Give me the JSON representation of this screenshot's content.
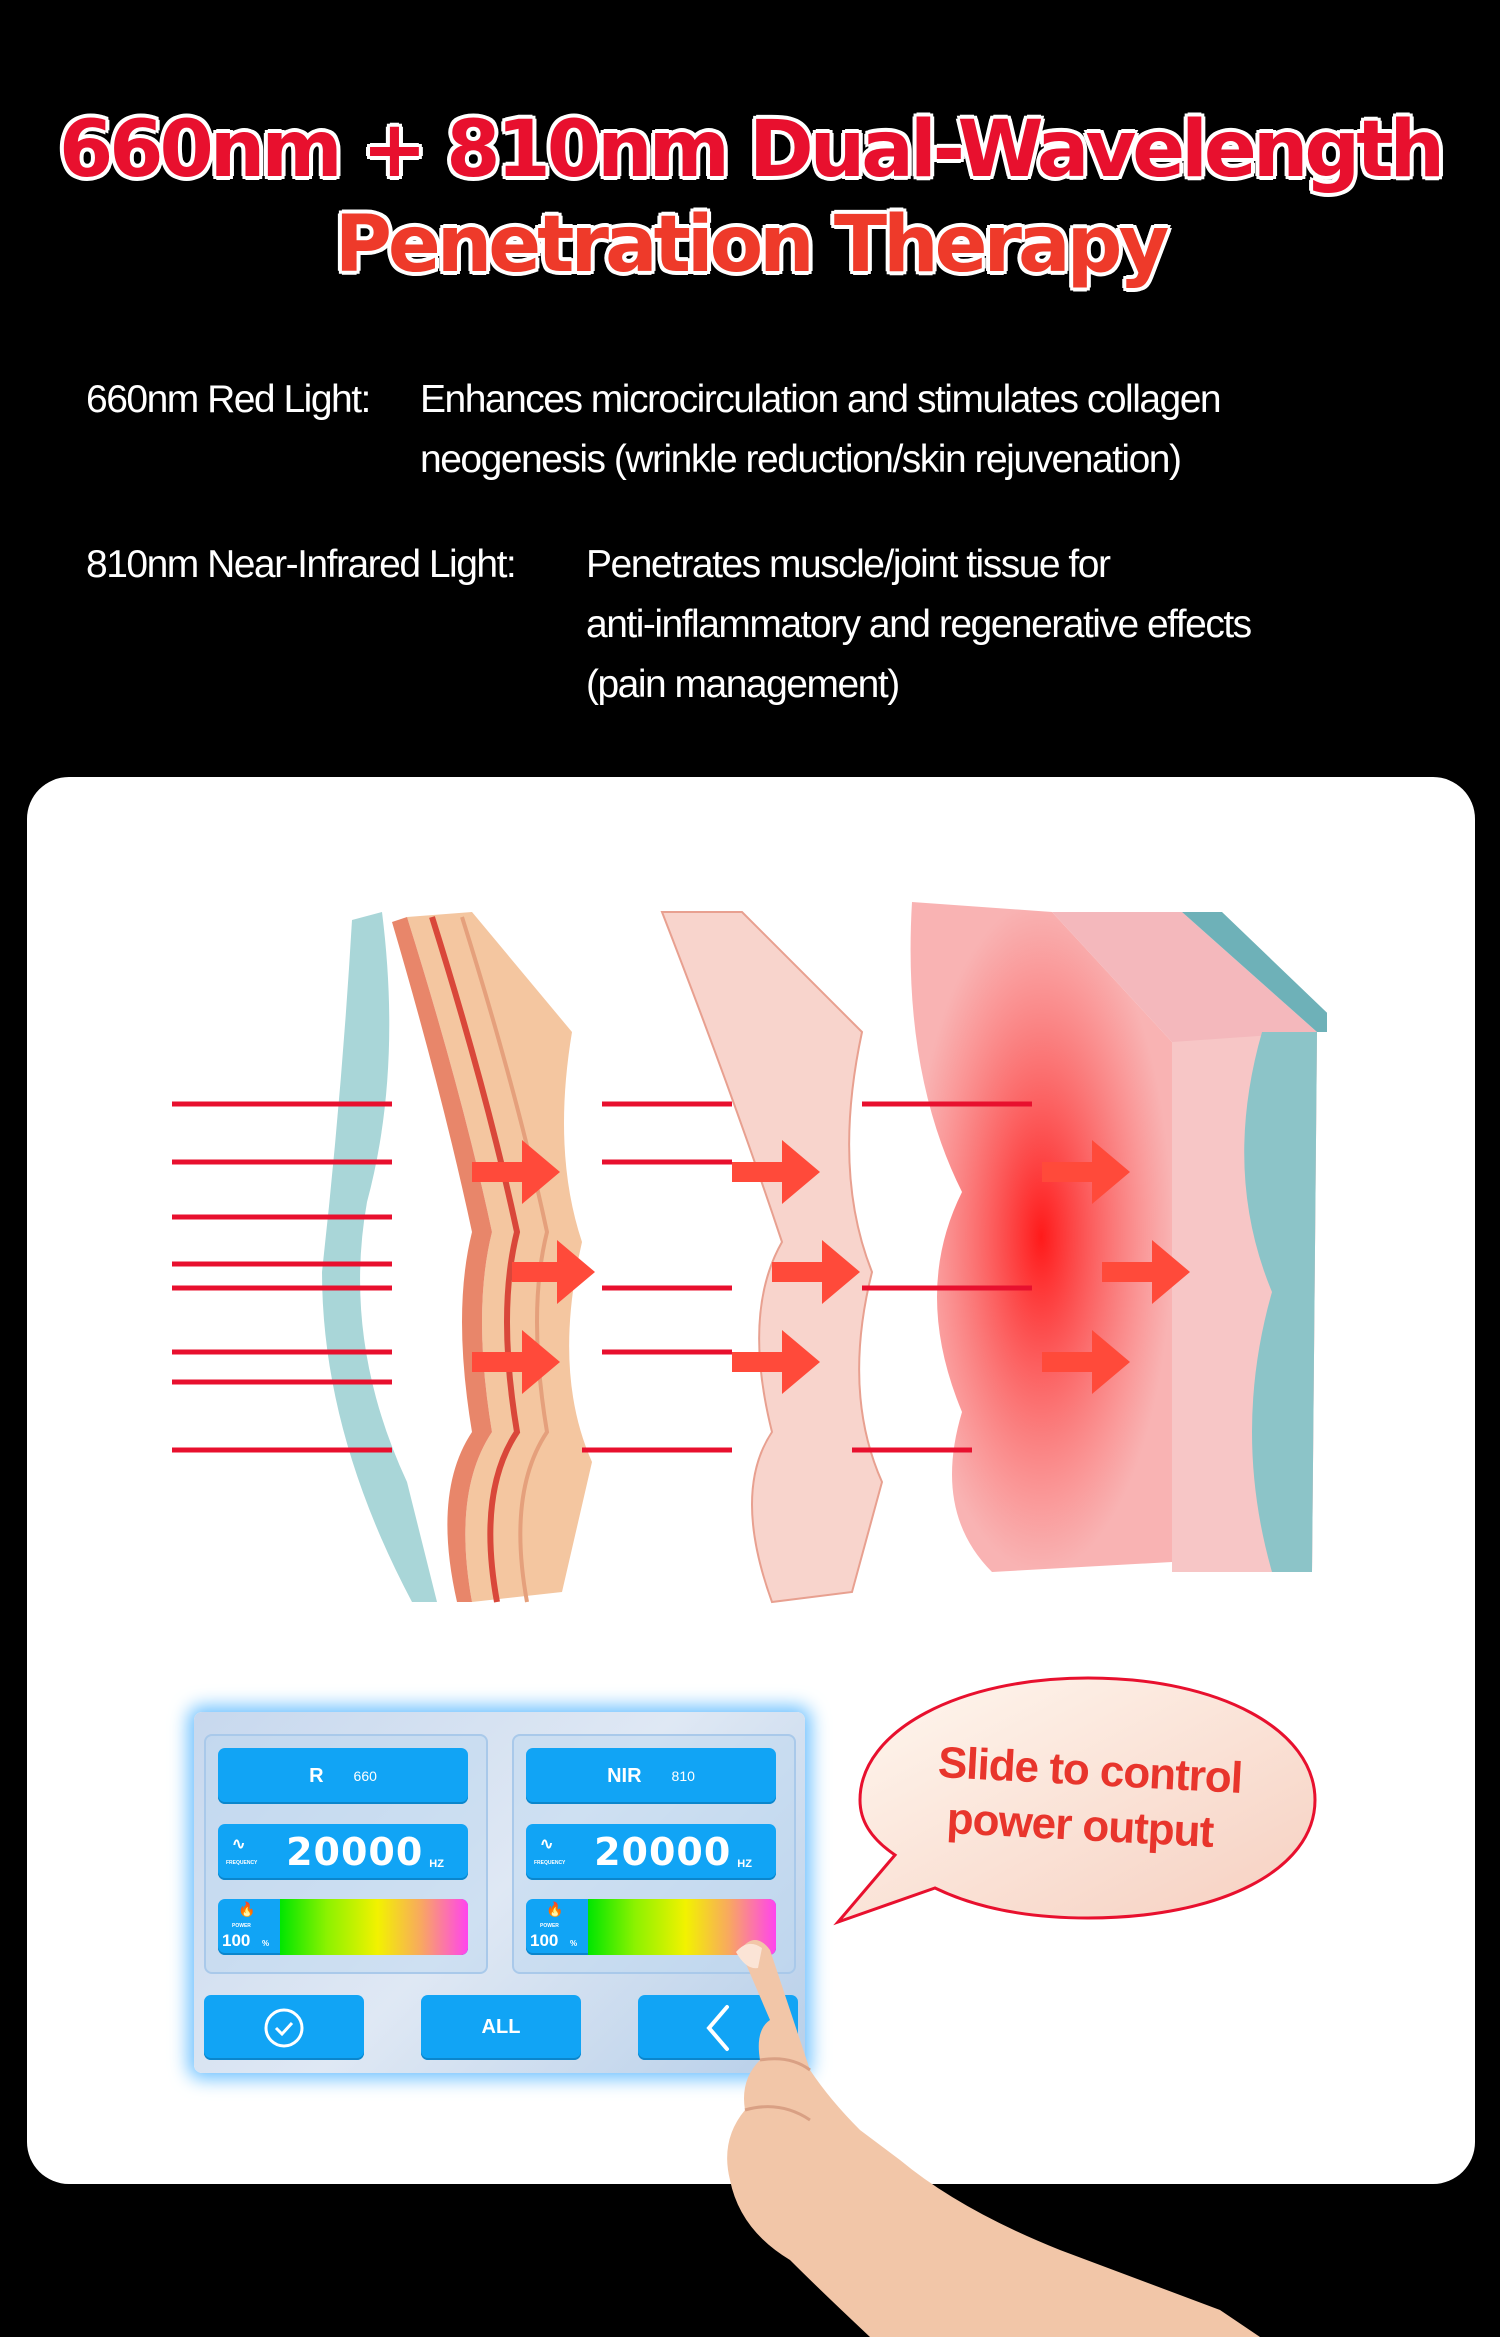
{
  "title": {
    "line1": "660nm + 810nm Dual-Wavelength",
    "line2": "Penetration Therapy"
  },
  "descriptions": [
    {
      "label": "660nm Red Light:",
      "lines": [
        "Enhances microcirculation and stimulates collagen",
        "neogenesis (wrinkle reduction/skin rejuvenation)"
      ]
    },
    {
      "label": "810nm Near-Infrared Light:",
      "lines": [
        "Penetrates muscle/joint tissue for",
        "anti-inflammatory and regenerative effects",
        "(pain management)"
      ]
    }
  ],
  "panel": {
    "channels": [
      {
        "name": "R",
        "wavelength": "660",
        "frequency_label": "FREQUENCY",
        "frequency": "20000",
        "unit": "HZ",
        "power_label": "POWER",
        "power": "100",
        "power_unit": "%"
      },
      {
        "name": "NIR",
        "wavelength": "810",
        "frequency_label": "FREQUENCY",
        "frequency": "20000",
        "unit": "HZ",
        "power_label": "POWER",
        "power": "100",
        "power_unit": "%"
      }
    ],
    "all_label": "ALL"
  },
  "callout": {
    "line1": "Slide to control",
    "line2": "power output"
  },
  "colors": {
    "title_red": "#e8102e",
    "button_blue": "#11a4f5",
    "laser_red": "#e8102e"
  }
}
